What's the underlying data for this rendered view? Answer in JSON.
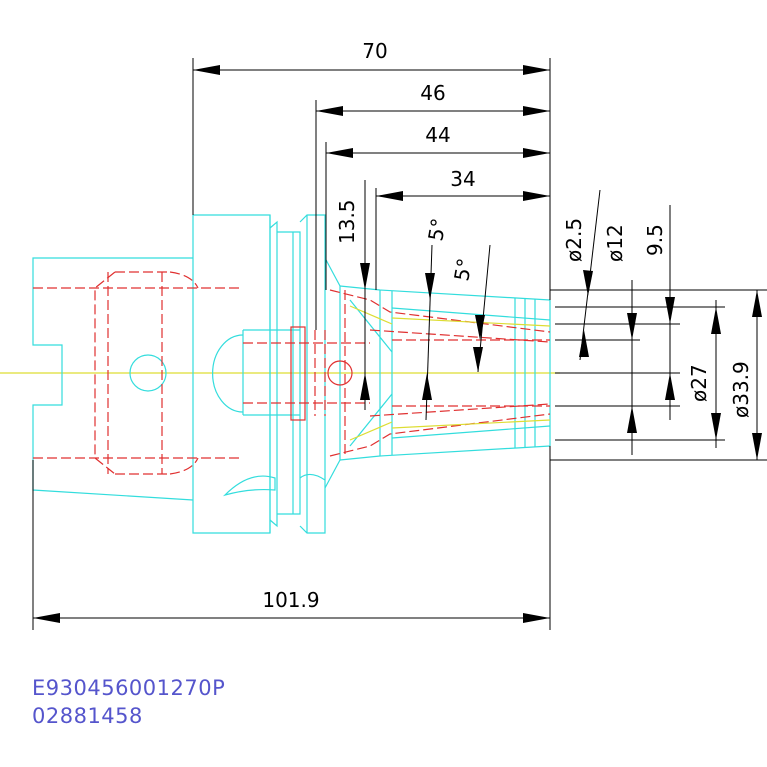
{
  "dimensions": {
    "d70": "70",
    "d46": "46",
    "d44": "44",
    "d34": "34",
    "d13_5": "13.5",
    "angle1": "5°",
    "angle2": "5°",
    "dia2_5": "ø2.5",
    "dia12": "ø12",
    "d9_5": "9.5",
    "dia27": "ø27",
    "dia33_9": "ø33.9",
    "d101_9": "101.9"
  },
  "part": {
    "code": "E930456001270P",
    "number": "02881458"
  },
  "colors": {
    "outline": "#33dddd",
    "hidden": "#e03030",
    "centerline": "#dddd33",
    "dimension": "#000000",
    "text": "#5555cc"
  }
}
